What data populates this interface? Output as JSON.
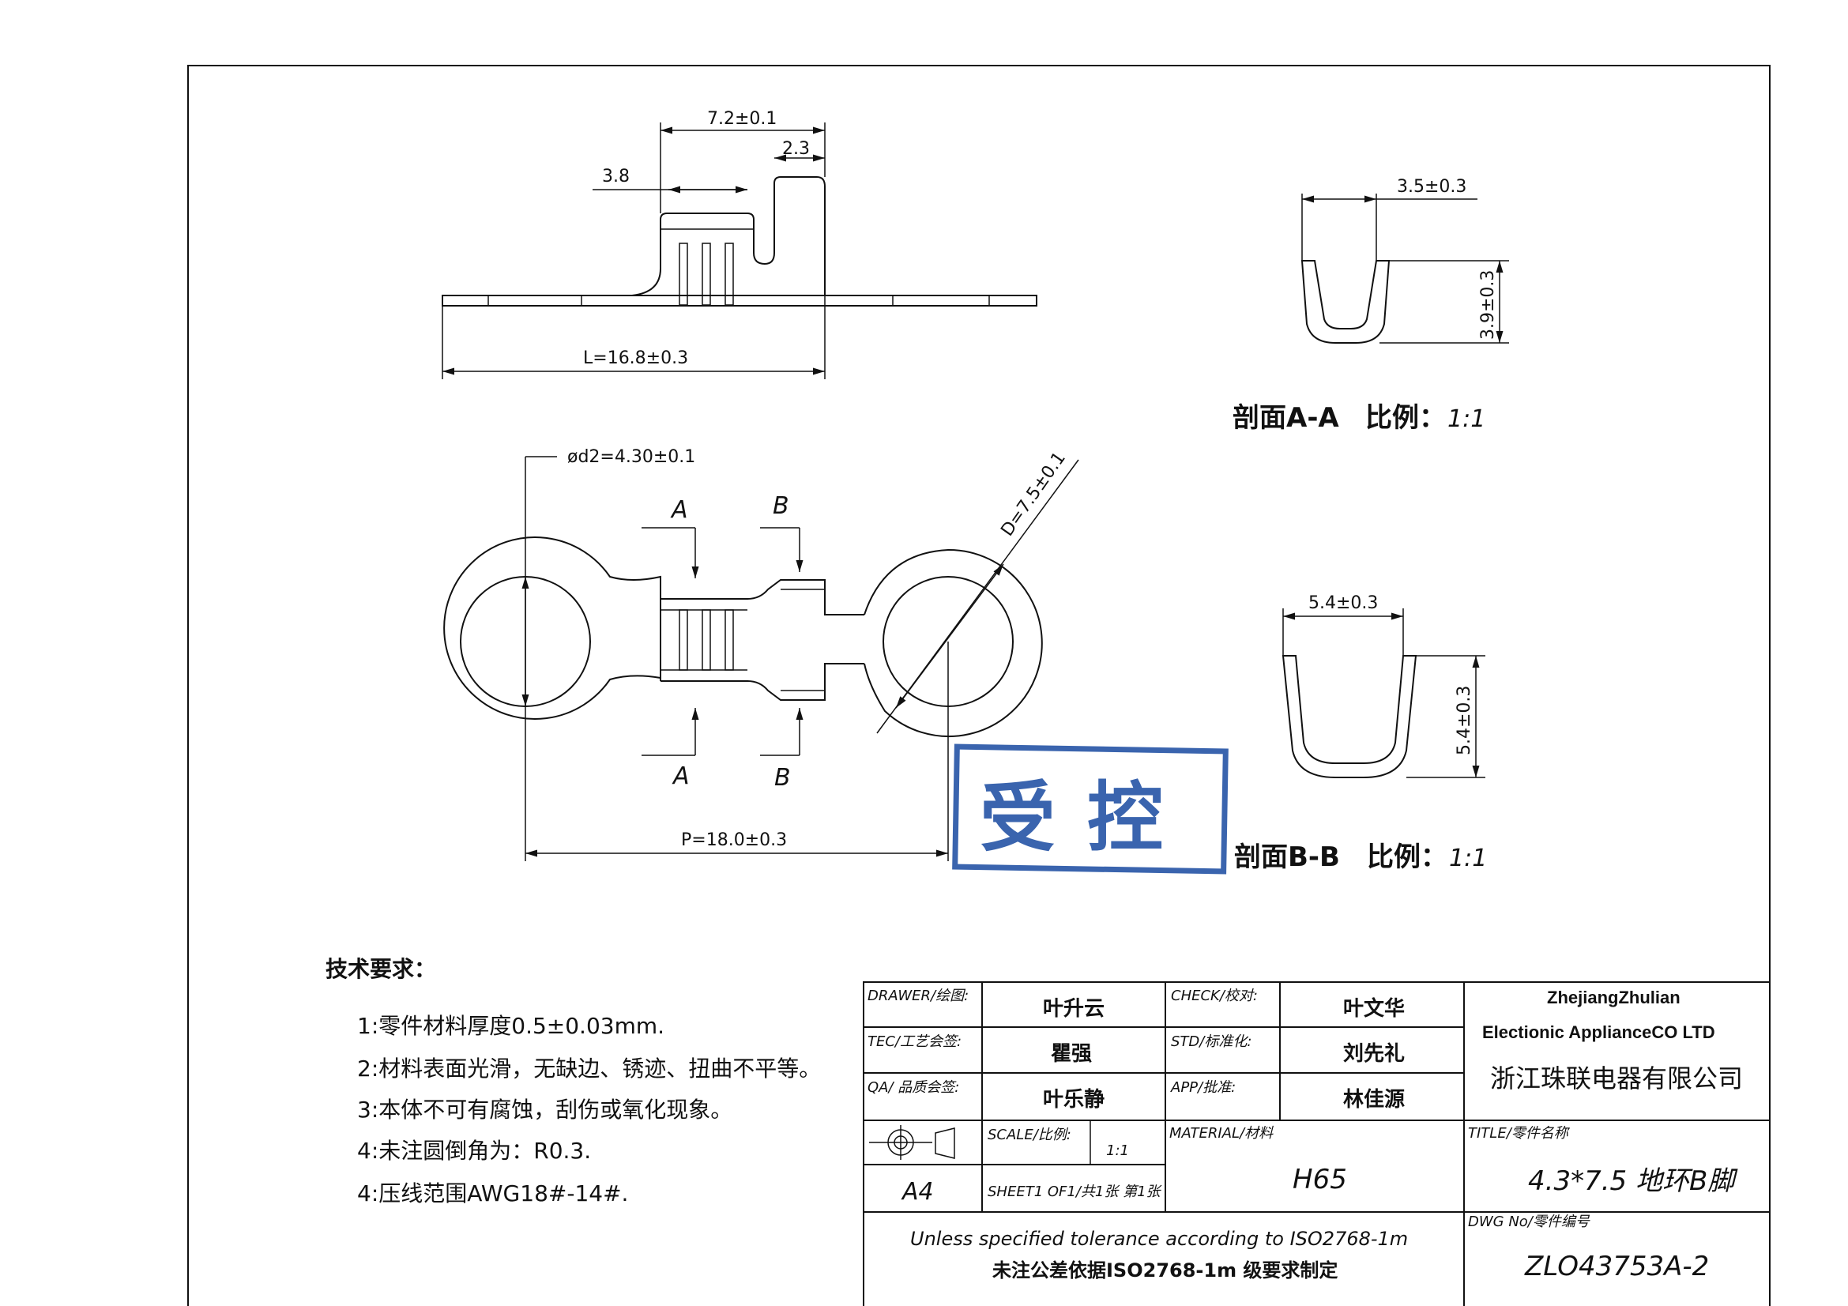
{
  "top_view": {
    "dim_width": "7.2±0.1",
    "dim_step": "2.3",
    "dim_left": "3.8",
    "dim_length": "L=16.8±0.3"
  },
  "plan_view": {
    "dim_hole": "ød2=4.30±0.1",
    "dim_outer": "D=7.5±0.1",
    "dim_pitch": "P=18.0±0.3",
    "section_a": "A",
    "section_b": "B"
  },
  "section_aa": {
    "dim_width": "3.5±0.3",
    "dim_height": "3.9±0.3",
    "caption": "剖面A-A",
    "scale_label": "比例：",
    "scale_value": "1:1"
  },
  "section_bb": {
    "dim_width": "5.4±0.3",
    "dim_height": "5.4±0.3",
    "caption": "剖面B-B",
    "scale_label": "比例：",
    "scale_value": "1:1"
  },
  "stamp": {
    "text": "受控",
    "color": "#3a64ae"
  },
  "notes": {
    "heading": "技术要求：",
    "items": [
      "1:零件材料厚度0.5±0.03mm.",
      "2:材料表面光滑，无缺边、锈迹、扭曲不平等。",
      "3:本体不可有腐蚀，刮伤或氧化现象。",
      "4:未注圆倒角为：R0.3.",
      "4:压线范围AWG18#-14#."
    ]
  },
  "title_block": {
    "drawer_label": "DRAWER/绘图:",
    "drawer": "叶升云",
    "check_label": "CHECK/校对:",
    "check": "叶文华",
    "tec_label": "TEC/工艺会签:",
    "tec": "瞿强",
    "std_label": "STD/标准化:",
    "std": "刘先礼",
    "qa_label": "QA/ 品质会签:",
    "qa": "叶乐静",
    "app_label": "APP/批准:",
    "app": "林佳源",
    "company_en_1": "ZhejiangZhulian",
    "company_en_2": "Electionic ApplianceCO LTD",
    "company_cn": "浙江珠联电器有限公司",
    "scale_label": "SCALE/比例:",
    "scale": "1:1",
    "material_label": "MATERIAL/材料",
    "material": "H65",
    "title_label": "TITLE/零件名称",
    "title": "4.3*7.5 地环B脚",
    "paper": "A4",
    "sheet": "SHEET1 OF1/共1张 第1张",
    "dwg_label": "DWG No/零件编号",
    "dwg": "ZLO43753A-2",
    "tolerance_en": "Unless specified tolerance according to ISO2768-1m",
    "tolerance_cn": "未注公差依据ISO2768-1m 级要求制定"
  }
}
